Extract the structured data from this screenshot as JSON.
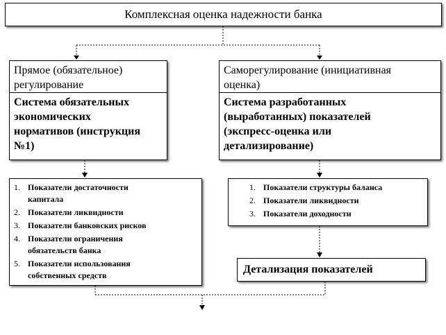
{
  "title": "Комплексная оценка надежности банка",
  "left_box": {
    "heading_lines": [
      "Прямое (обязательное)",
      "регулирование"
    ],
    "body_lines": [
      "Система обязательных",
      "экономических",
      "нормативов (инструкция",
      "№1)"
    ]
  },
  "right_box": {
    "heading_lines": [
      "Саморегулирование (инициативная",
      "оценка)"
    ],
    "body_lines": [
      "Система разработанных",
      "(выработанных) показателей",
      "(экспресс-оценка или",
      "детализирование)"
    ]
  },
  "left_list": [
    {
      "num": "1.",
      "lines": [
        "Показатели достаточности",
        "капитала"
      ]
    },
    {
      "num": "2.",
      "lines": [
        "Показатели ликвидности"
      ]
    },
    {
      "num": "3.",
      "lines": [
        "Показатели банковских рисков"
      ]
    },
    {
      "num": "4.",
      "lines": [
        "Показатели ограничения",
        "обязательств банка"
      ]
    },
    {
      "num": "5.",
      "lines": [
        "Показатели использования",
        "собственных средств"
      ]
    }
  ],
  "right_list": [
    {
      "num": "1.",
      "lines": [
        "Показатели структуры баланса"
      ]
    },
    {
      "num": "2.",
      "lines": [
        "Показатели ликвидности"
      ]
    },
    {
      "num": "3.",
      "lines": [
        "Показатели доходности"
      ]
    }
  ],
  "detail_box": "Детализация показателей"
}
